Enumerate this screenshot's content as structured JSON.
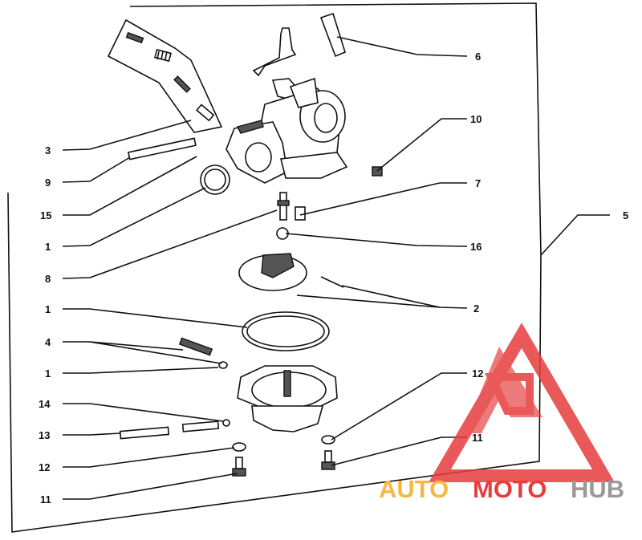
{
  "diagram": {
    "callouts": {
      "c6": "6",
      "c10": "10",
      "c7": "7",
      "c16": "16",
      "c5": "5",
      "c2": "2",
      "c12r": "12",
      "c11r": "11",
      "c3": "3",
      "c9": "9",
      "c15": "15",
      "c1a": "1",
      "c8": "8",
      "c1b": "1",
      "c4": "4",
      "c1c": "1",
      "c14": "14",
      "c13": "13",
      "c12l": "12",
      "c11l": "11"
    }
  },
  "watermark": {
    "word_part1": "AUTO",
    "word_part2": "MOTO",
    "word_part3": "HUB",
    "colors": {
      "red": "#e63d3d",
      "orange": "#f5b842",
      "gray": "#9a9a9a"
    }
  }
}
